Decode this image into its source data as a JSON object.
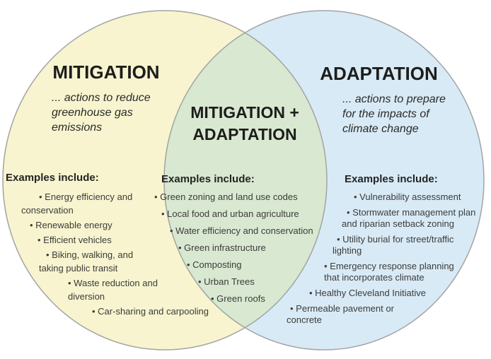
{
  "colors": {
    "mitigation_fill": "#f7f4cf",
    "adaptation_fill": "#d8eaf6",
    "overlap_fill": "#d8e8d1",
    "circle_stroke": "#a3a3a3",
    "title_text": "#1d1d1b",
    "body_text": "#3c3c3a",
    "background": "#ffffff"
  },
  "mitigation": {
    "title": "MITIGATION",
    "subtitle": "... actions to reduce greenhouse gas emissions",
    "examples_label": "Examples include:",
    "items": [
      "Energy efficiency and conservation",
      "Renewable energy",
      "Efficient vehicles",
      "Biking, walking, and taking public transit",
      "Waste reduction and diversion",
      "Car-sharing and carpooling"
    ]
  },
  "overlap": {
    "title": "MITIGATION + ADAPTATION",
    "examples_label": "Examples include:",
    "items": [
      "Green zoning and land use codes",
      "Local food and urban agriculture",
      "Water efficiency and conservation",
      "Green infrastructure",
      "Composting",
      "Urban Trees",
      "Green roofs"
    ]
  },
  "adaptation": {
    "title": "ADAPTATION",
    "subtitle": "... actions to prepare for the impacts of climate change",
    "examples_label": "Examples include:",
    "items": [
      "Vulnerability assessment",
      "Stormwater management plan and riparian setback zoning",
      "Utility burial for street/traffic lighting",
      "Emergency response planning that incorporates climate",
      "Healthy Cleveland Initiative",
      "Permeable pavement or concrete"
    ]
  }
}
